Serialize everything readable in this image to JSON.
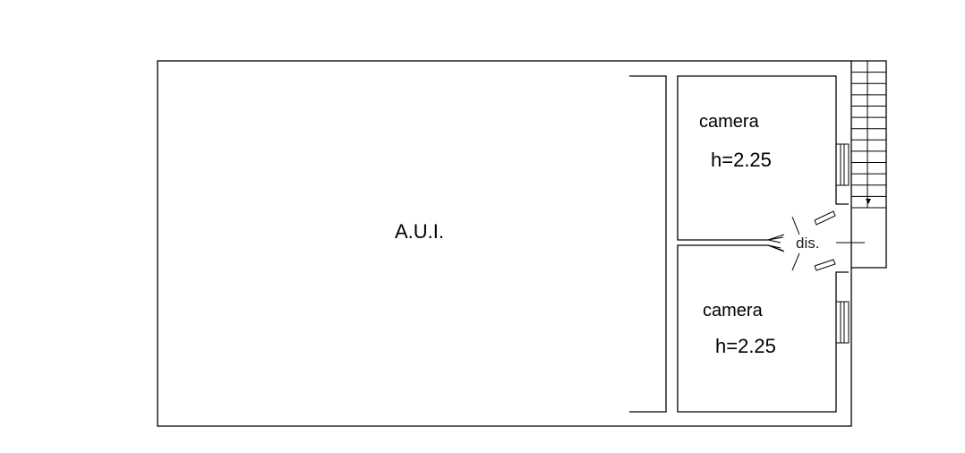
{
  "plan": {
    "main_room": {
      "label": "A.U.I."
    },
    "rooms": [
      {
        "name": "camera",
        "height_label": "h=2.25"
      },
      {
        "name": "camera",
        "height_label": "h=2.25"
      }
    ],
    "corridor": {
      "label": "dis."
    },
    "stairs": {
      "step_count": 13
    }
  }
}
